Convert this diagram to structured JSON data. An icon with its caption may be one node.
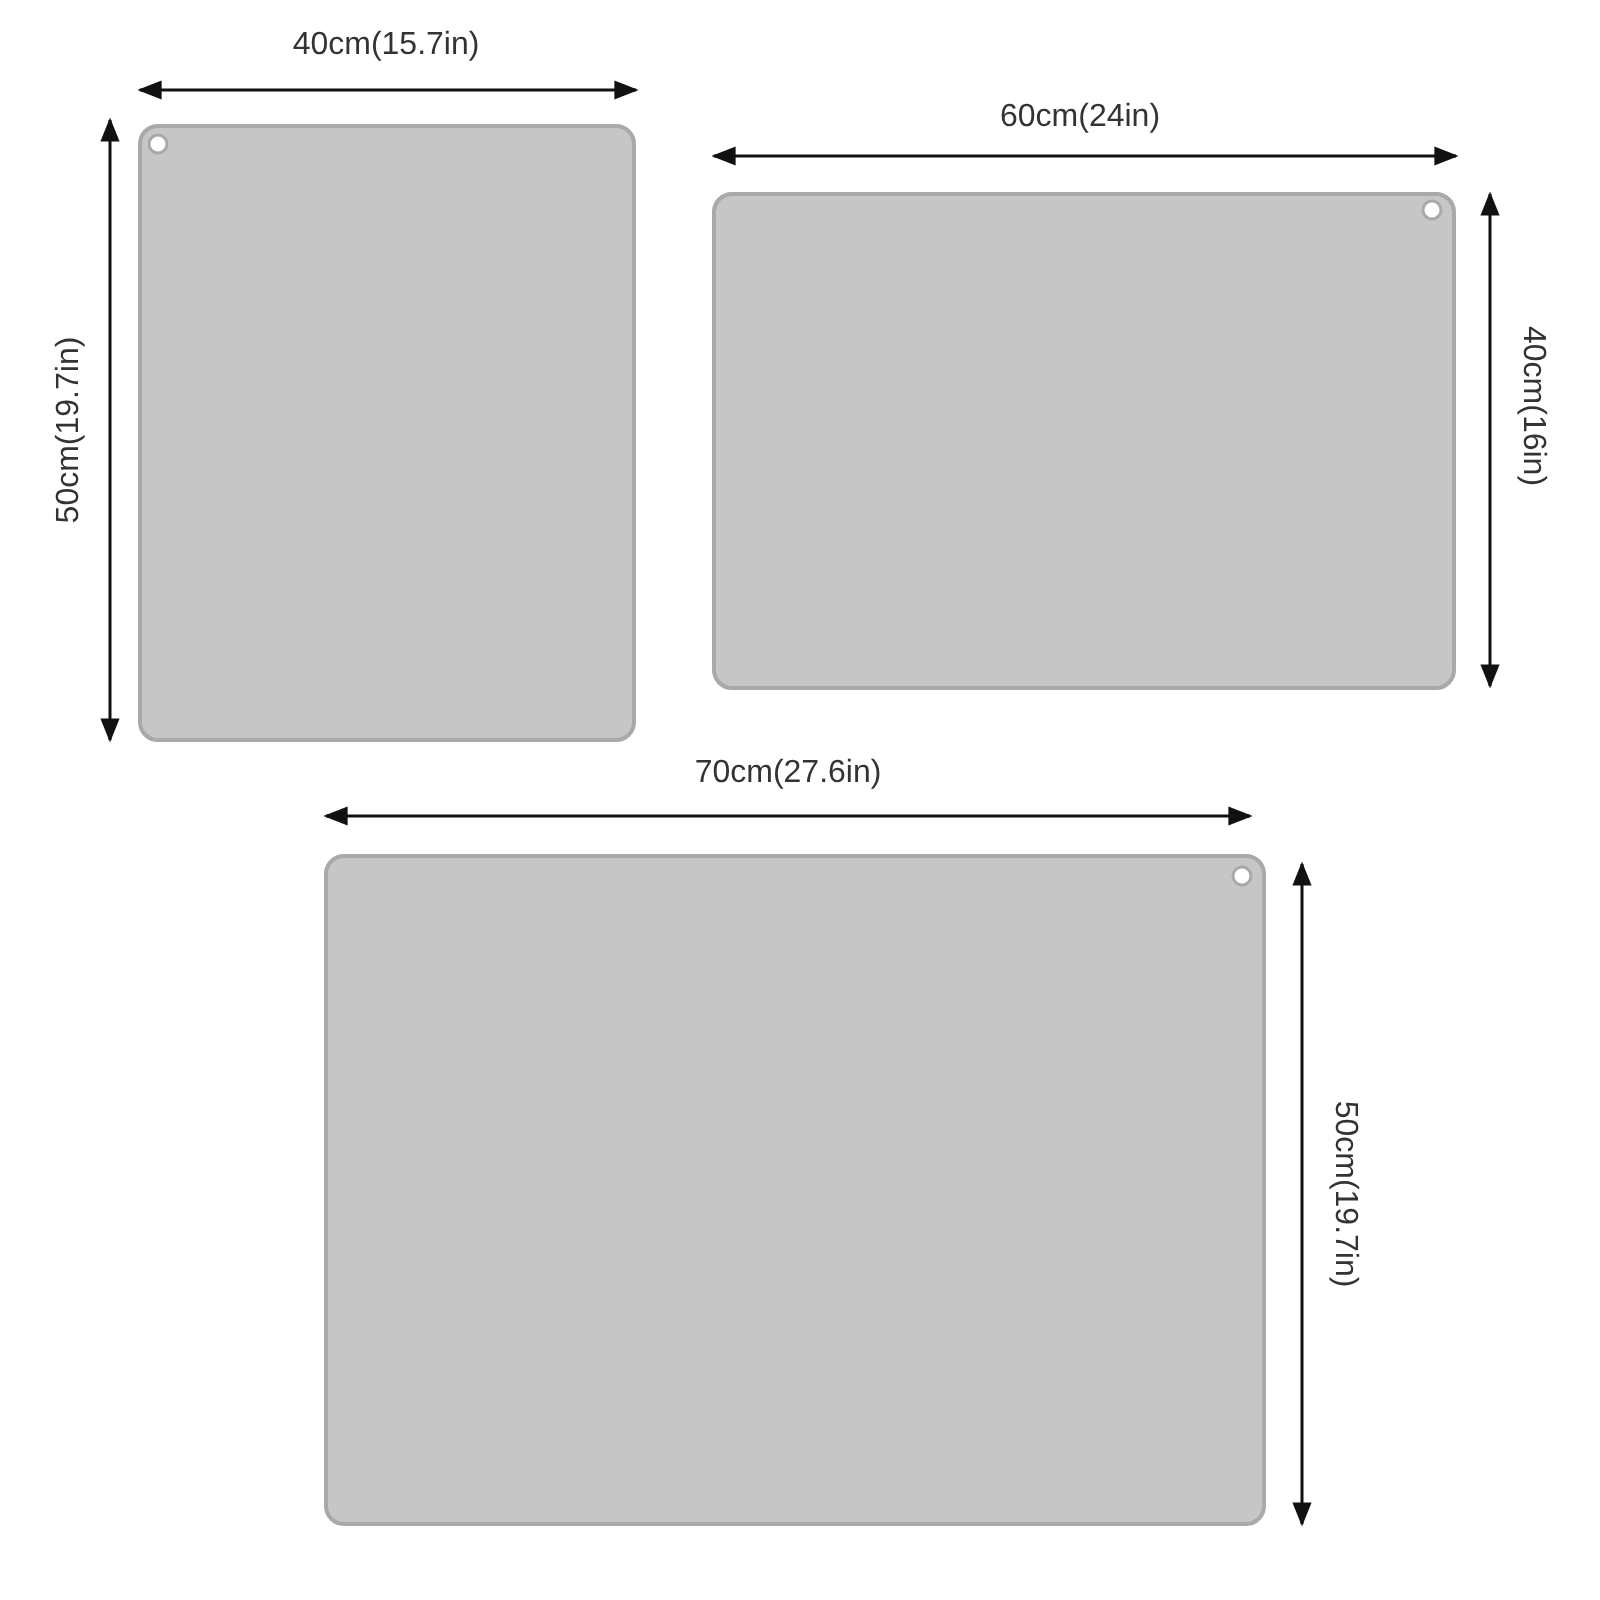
{
  "diagram": {
    "labels": [
      "40cm(15.7in)",
      "50cm(19.7in)",
      "60cm(24in)",
      "40cm(16in)",
      "70cm(27.6in)",
      "50cm(19.7in)"
    ]
  }
}
